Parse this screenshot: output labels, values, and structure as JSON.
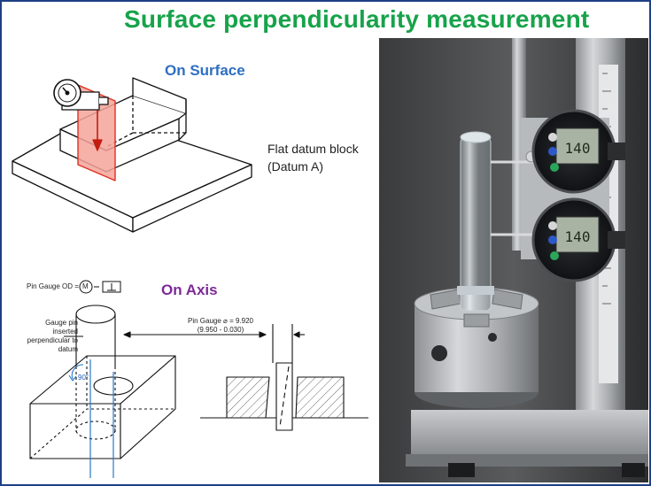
{
  "title": "Surface perpendicularity measurement",
  "surface": {
    "heading": "On  Surface",
    "datum_label_line1": "Flat datum block",
    "datum_label_line2": "(Datum A)"
  },
  "axis": {
    "heading": "On  Axis",
    "pin_gauge_od": "Pin Gauge OD =",
    "ref_m": "M",
    "gauge_pin_line1": "Gauge pin",
    "gauge_pin_line2": "inserted",
    "gauge_pin_line3": "perpendicular to datum",
    "angle": "90°",
    "pin_dia_line1": "Pin Gauge ⌀ = 9.920",
    "pin_dia_line2": "(9.950 - 0.030)"
  },
  "colors": {
    "title": "#17a34a",
    "surface_heading": "#2e6fc4",
    "axis_heading": "#7d2a98",
    "highlight_plane": "#f08a80",
    "highlight_edge": "#e0301e",
    "axis_lines": "#2a78c8"
  }
}
